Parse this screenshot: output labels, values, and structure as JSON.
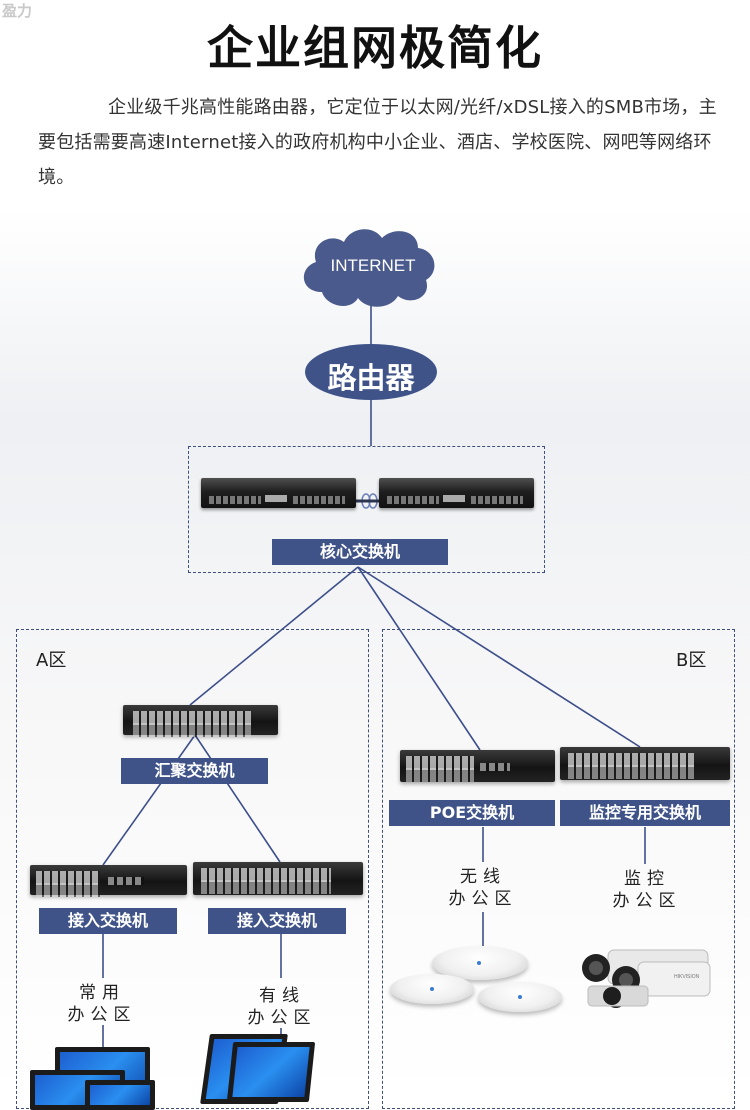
{
  "watermark": "盈力",
  "title": "企业组网极简化",
  "intro": "企业级千兆高性能路由器，它定位于以太网/光纤/xDSL接入的SMB市场，主要包括需要高速Internet接入的政府机构中小企业、酒店、学校医院、网吧等网络环境。",
  "diagram": {
    "cloud_label": "INTERNET",
    "router_label": "路由器",
    "core_label": "核心交换机",
    "zone_a_label": "A区",
    "zone_b_label": "B区",
    "aggregation_label": "汇聚交换机",
    "access_label_1": "接入交换机",
    "access_label_2": "接入交换机",
    "poe_label": "POE交换机",
    "monitor_switch_label": "监控专用交换机",
    "common_office_line1": "常用",
    "common_office_line2": "办公区",
    "wired_office_line1": "有线",
    "wired_office_line2": "办公区",
    "wireless_office_line1": "无线",
    "wireless_office_line2": "办公区",
    "monitor_office_line1": "监控",
    "monitor_office_line2": "办公区",
    "camera_brand": "HIKVISION",
    "accent_color": "#3f5389",
    "line_color": "#3d4f8a"
  }
}
